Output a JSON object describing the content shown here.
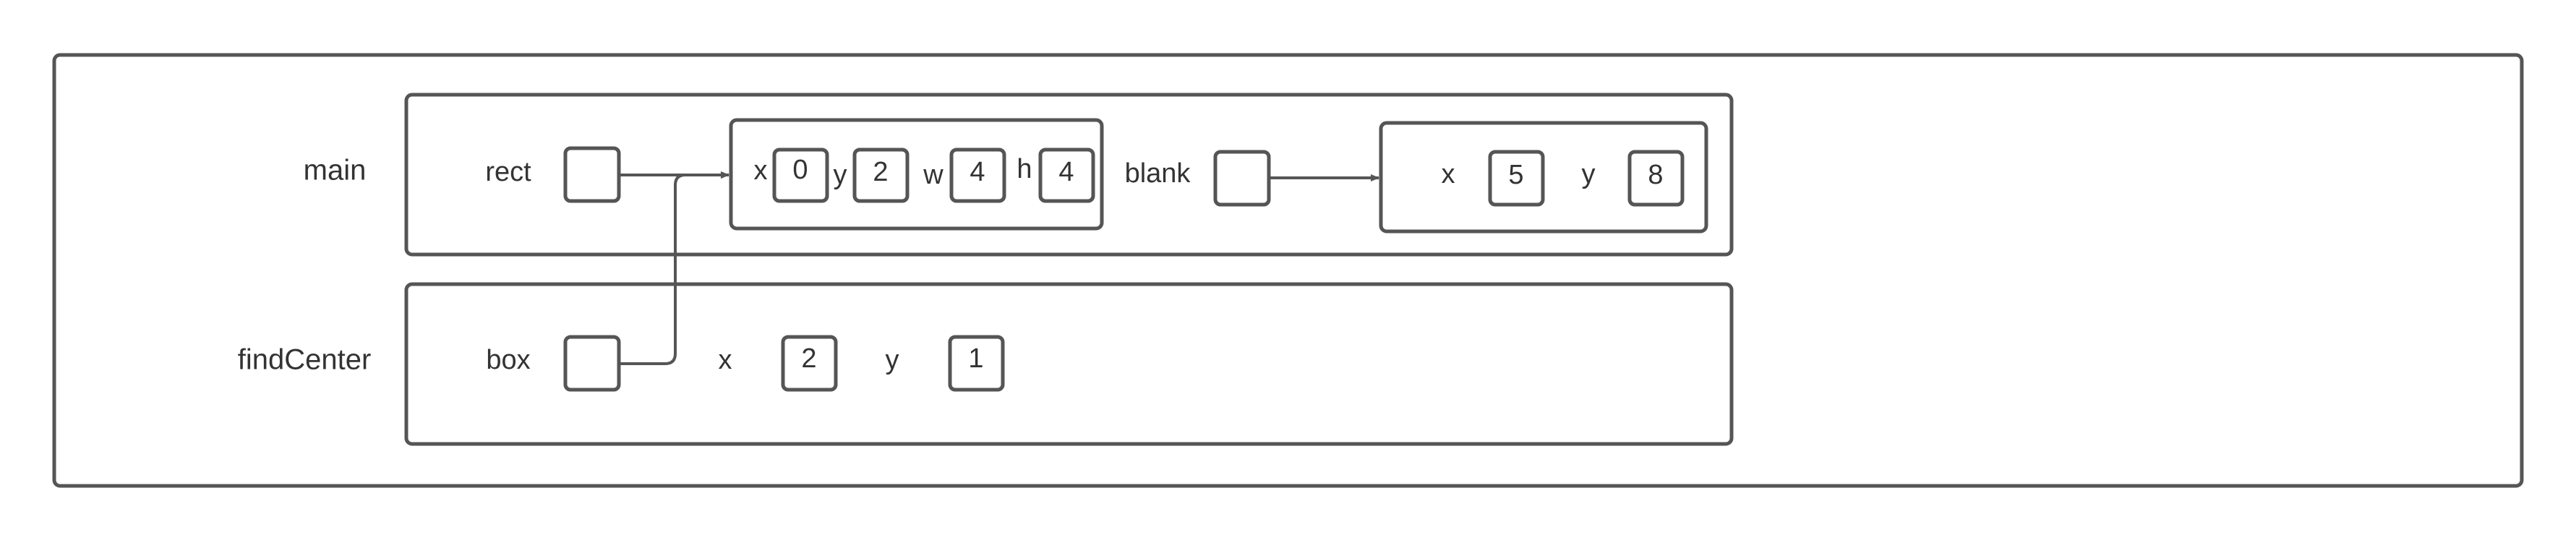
{
  "frames": {
    "main": {
      "label": "main"
    },
    "findCenter": {
      "label": "findCenter"
    }
  },
  "main_vars": {
    "rect": {
      "label": "rect"
    },
    "blank": {
      "label": "blank"
    }
  },
  "rect_object": {
    "x": {
      "label": "x",
      "value": "0"
    },
    "y": {
      "label": "y",
      "value": "2"
    },
    "w": {
      "label": "w",
      "value": "4"
    },
    "h": {
      "label": "h",
      "value": "4"
    }
  },
  "blank_object": {
    "x": {
      "label": "x",
      "value": "5"
    },
    "y": {
      "label": "y",
      "value": "8"
    }
  },
  "findCenter_vars": {
    "box": {
      "label": "box"
    },
    "x": {
      "label": "x",
      "value": "2"
    },
    "y": {
      "label": "y",
      "value": "1"
    }
  },
  "colors": {
    "stroke": "#555555",
    "text": "#333333",
    "background": "#ffffff"
  }
}
